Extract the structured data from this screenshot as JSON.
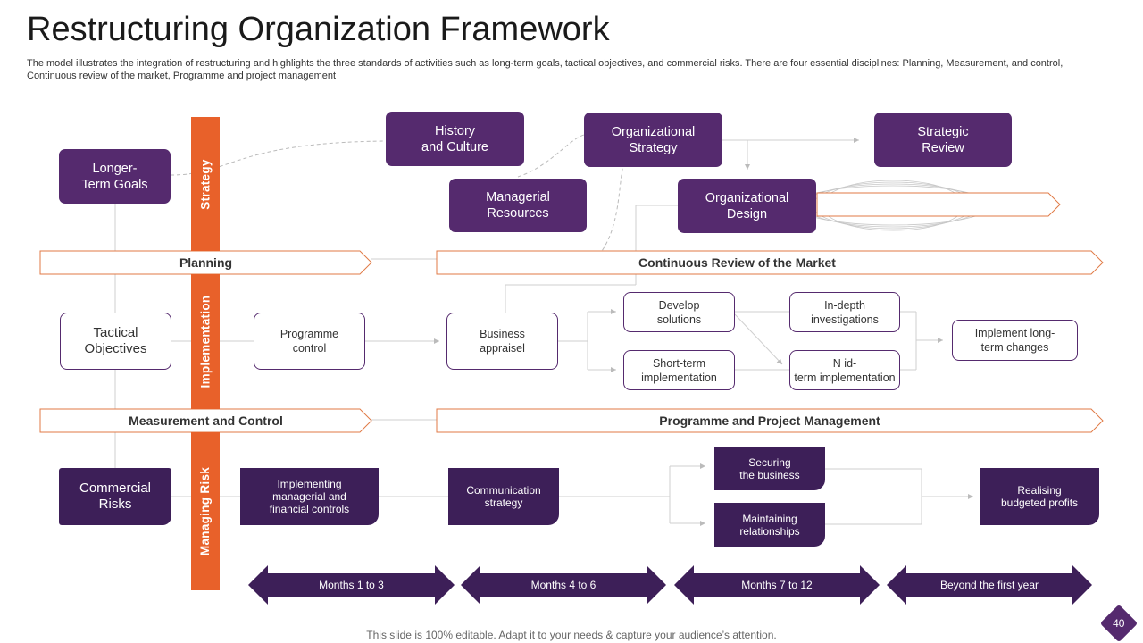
{
  "title": "Restructuring Organization Framework",
  "description": "The model illustrates the integration of restructuring and highlights the three standards of activities such as long-term goals, tactical objectives, and commercial risks. There are four essential disciplines: Planning, Measurement, and control, Continuous review of the market, Programme  and project management",
  "vertical_labels": {
    "strategy": "Strategy",
    "implementation": "Implementation",
    "managing_risk": "Managing Risk"
  },
  "bands": {
    "planning": "Planning",
    "continuous_review": "Continuous Review of the Market",
    "measurement": "Measurement and Control",
    "programme_mgmt": "Programme  and Project Management"
  },
  "strategy_row": {
    "long_term_goals": "Longer-\nTerm Goals",
    "history": "History\nand Culture",
    "org_strategy": "Organizational\nStrategy",
    "strategic_review": "Strategic\nReview",
    "managerial_resources": "Managerial\nResources",
    "org_design": "Organizational\nDesign"
  },
  "implementation_row": {
    "tactical": "Tactical\nObjectives",
    "programme_control": "Programme\ncontrol",
    "business_appraisel": "Business\nappraisel",
    "develop_solutions": "Develop\nsolutions",
    "short_term": "Short-term\nimplementation",
    "in_depth": "In-depth\ninvestigations",
    "mid_term": "N id-\nterm implementation",
    "long_term_changes": "Implement  long-\nterm changes"
  },
  "risk_row": {
    "commercial": "Commercial\nRisks",
    "implementing": "Implementing\nmanagerial and\nfinancial controls",
    "communication": "Communication\nstrategy",
    "securing": "Securing\nthe business",
    "maintaining": "Maintaining\nrelationships",
    "realising": "Realising\nbudgeted profits"
  },
  "timeline": [
    "Months 1 to 3",
    "Months 4 to 6",
    "Months 7 to 12",
    "Beyond the first year"
  ],
  "footer": "This slide is 100% editable. Adapt it to your needs & capture your audience’s attention.",
  "page_number": "40",
  "colors": {
    "purple": "#552a6e",
    "dark_purple": "#3d1f58",
    "orange": "#e8612a",
    "band_outline": "#e07a45"
  }
}
